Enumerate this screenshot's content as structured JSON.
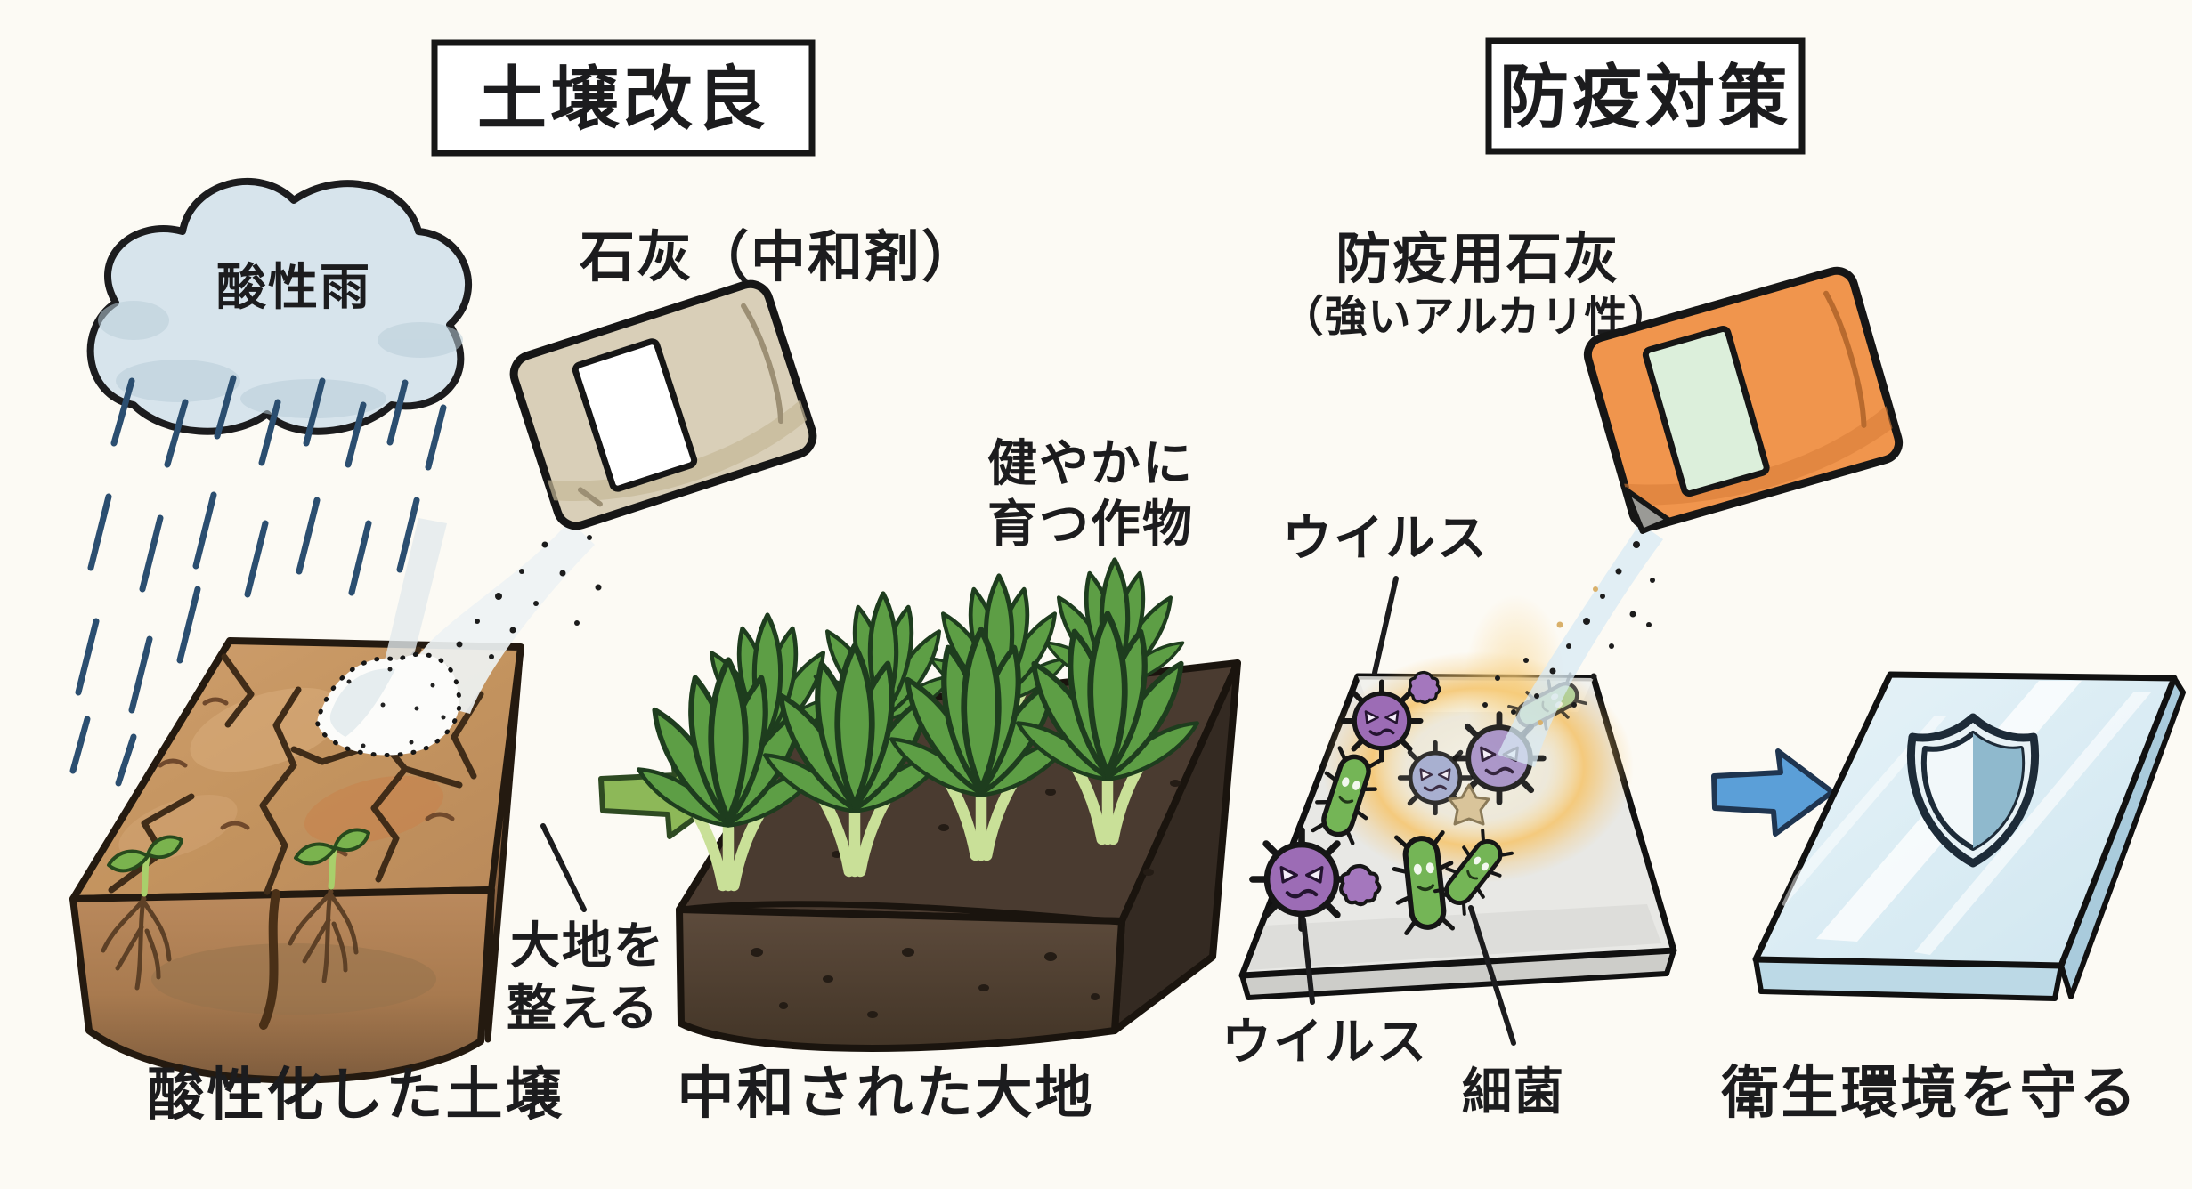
{
  "illustration": {
    "left": {
      "title": "土壌改良",
      "cloud_label": "酸性雨",
      "lime_label": "石灰（中和剤）",
      "crops_label_line1": "健やかに",
      "crops_label_line2": "育つ作物",
      "prepare_label_line1": "大地を",
      "prepare_label_line2": "整える",
      "caption_before": "酸性化した土壌",
      "caption_after": "中和された大地"
    },
    "right": {
      "title": "防疫対策",
      "lime_label_line1": "防疫用石灰",
      "lime_label_line2": "（強いアルカリ性）",
      "virus_label_top": "ウイルス",
      "virus_label_bottom": "ウイルス",
      "bacteria_label": "細菌",
      "caption_after": "衛生環境を守る"
    },
    "colors": {
      "background": "#fcfaf4",
      "outline": "#1c1c1e",
      "rain_blue": "#2b4e70",
      "cloud_fill": "#d7e4ec",
      "bag_beige": "#d9cfb8",
      "bag_orange": "#f0954d",
      "bag_label_green": "#dcefdb",
      "arrow_green": "#8db858",
      "arrow_blue": "#5b9fd8",
      "soil_dry_top": "#c79869",
      "soil_dark_top": "#4a3b30",
      "leaf_green": "#5d9e45",
      "virus_purple": "#9c6cb5",
      "bacteria_green": "#74b556",
      "glow_orange": "#f6c46a",
      "tile_gray": "#e8e8e5",
      "glass_blue": "#ddeef6",
      "shield_blue": "#8fb9cd"
    }
  }
}
